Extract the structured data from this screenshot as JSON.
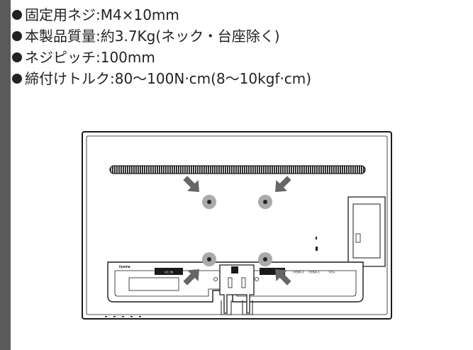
{
  "specs": [
    {
      "text": "固定用ネジ:M4×10mm",
      "bullet": "black-circle"
    },
    {
      "text": "本製品質量:約3.7Kg(ネック・台座除く)",
      "bullet": "black-circle"
    },
    {
      "text": "ネジピッチ:100mm",
      "bullet": "black-circle"
    },
    {
      "text": "締付けトルク:80〜100N·cm(8〜10kgf·cm)",
      "bullet": "black-circle"
    }
  ],
  "diagram": {
    "brand": "iiyama",
    "ports": {
      "ac": "AC IN",
      "hdmi2": "HDMI-2",
      "hdmi1": "HDMI-1",
      "vga": "VGA"
    },
    "colors": {
      "outline": "#1a1a1a",
      "arrow": "#666666",
      "screw_ring": "#aaaaaa"
    }
  }
}
